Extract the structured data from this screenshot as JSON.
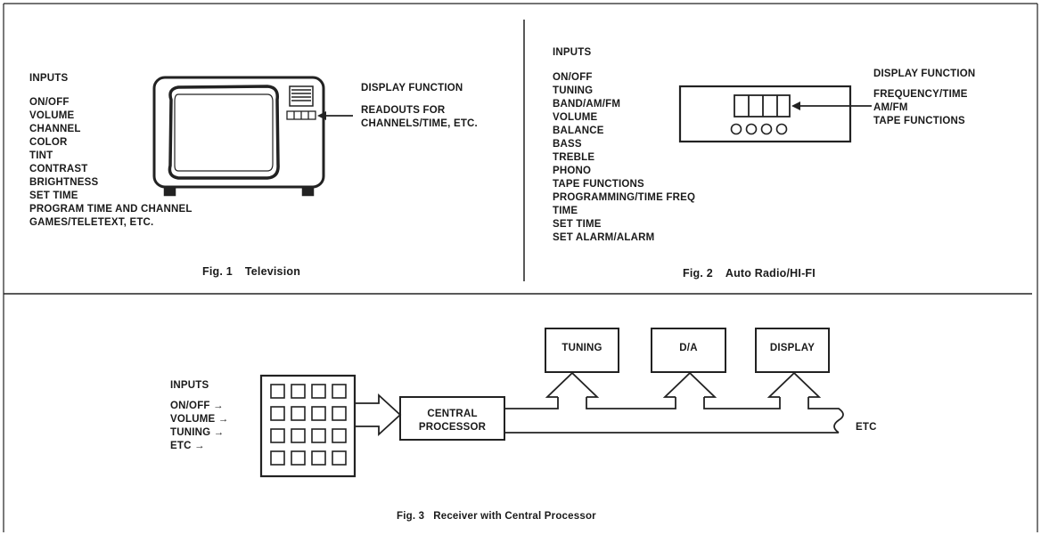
{
  "fig1": {
    "inputs_title": "INPUTS",
    "inputs": [
      "ON/OFF",
      "VOLUME",
      "CHANNEL",
      "COLOR",
      "TINT",
      "CONTRAST",
      "BRIGHTNESS",
      "SET TIME",
      "PROGRAM TIME AND CHANNEL",
      "GAMES/TELETEXT, ETC."
    ],
    "display_title": "DISPLAY FUNCTION",
    "display_lines": [
      "READOUTS FOR",
      "CHANNELS/TIME, ETC."
    ],
    "caption_num": "Fig. 1",
    "caption_text": "Television"
  },
  "fig2": {
    "inputs_title": "INPUTS",
    "inputs": [
      "ON/OFF",
      "TUNING",
      "BAND/AM/FM",
      "VOLUME",
      "BALANCE",
      "BASS",
      "TREBLE",
      "PHONO",
      "TAPE FUNCTIONS",
      "PROGRAMMING/TIME FREQ",
      "TIME",
      "SET TIME",
      "SET ALARM/ALARM"
    ],
    "display_title": "DISPLAY FUNCTION",
    "display_lines": [
      "FREQUENCY/TIME",
      "AM/FM",
      "TAPE FUNCTIONS"
    ],
    "caption_num": "Fig. 2",
    "caption_text": "Auto Radio/HI-FI"
  },
  "fig3": {
    "inputs_title": "INPUTS",
    "inputs": [
      "ON/OFF →",
      "VOLUME →",
      "TUNING →",
      "ETC →"
    ],
    "processor_line1": "CENTRAL",
    "processor_line2": "PROCESSOR",
    "tuning_label": "TUNING",
    "da_label": "D/A",
    "display_label": "DISPLAY",
    "etc_label": "ETC",
    "caption_num": "Fig. 3",
    "caption_text": "Receiver with Central Processor"
  }
}
